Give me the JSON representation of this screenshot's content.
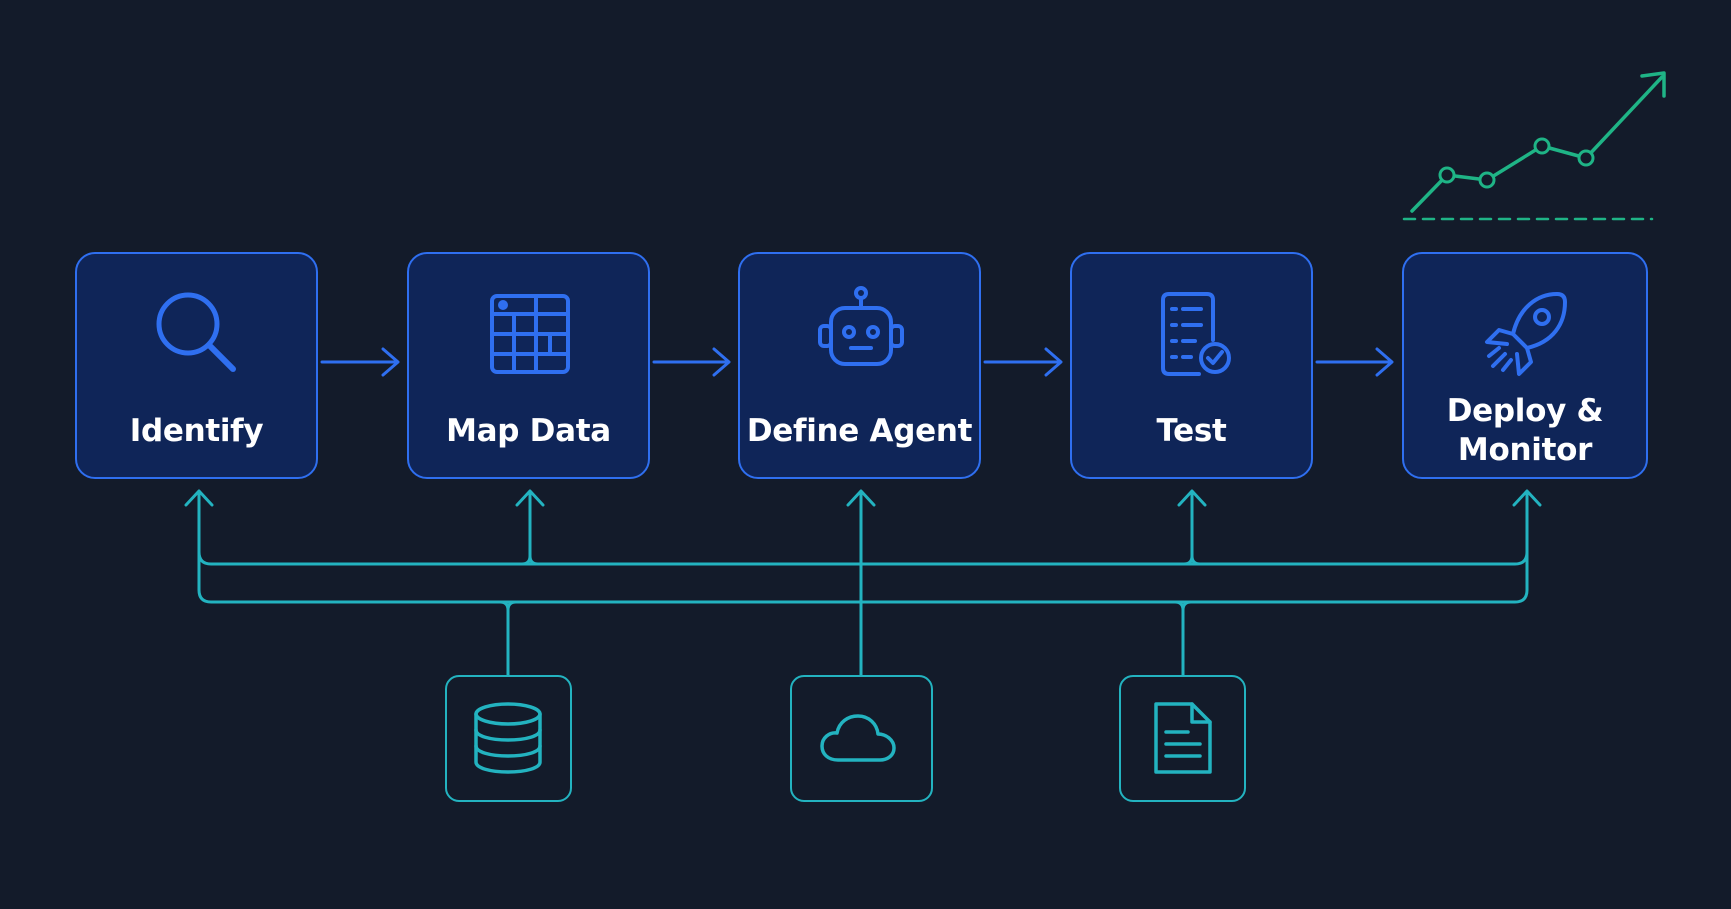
{
  "colors": {
    "background": "#131b2a",
    "step_fill": "#0f2558",
    "step_border": "#2f6ff0",
    "flow_arrow": "#2f6ff0",
    "feedback_line": "#23b3c0",
    "trend": "#1fb486",
    "label_text": "#ffffff"
  },
  "steps": [
    {
      "label": "Identify",
      "icon": "magnifier-icon"
    },
    {
      "label": "Map Data",
      "icon": "table-grid-icon"
    },
    {
      "label": "Define Agent",
      "icon": "robot-icon"
    },
    {
      "label": "Test",
      "icon": "checklist-icon"
    },
    {
      "label": "Deploy & Monitor",
      "icon": "rocket-icon"
    }
  ],
  "sources": [
    {
      "icon": "database-icon"
    },
    {
      "icon": "cloud-icon"
    },
    {
      "icon": "document-icon"
    }
  ],
  "trend_icon": "rising-line-chart-icon"
}
